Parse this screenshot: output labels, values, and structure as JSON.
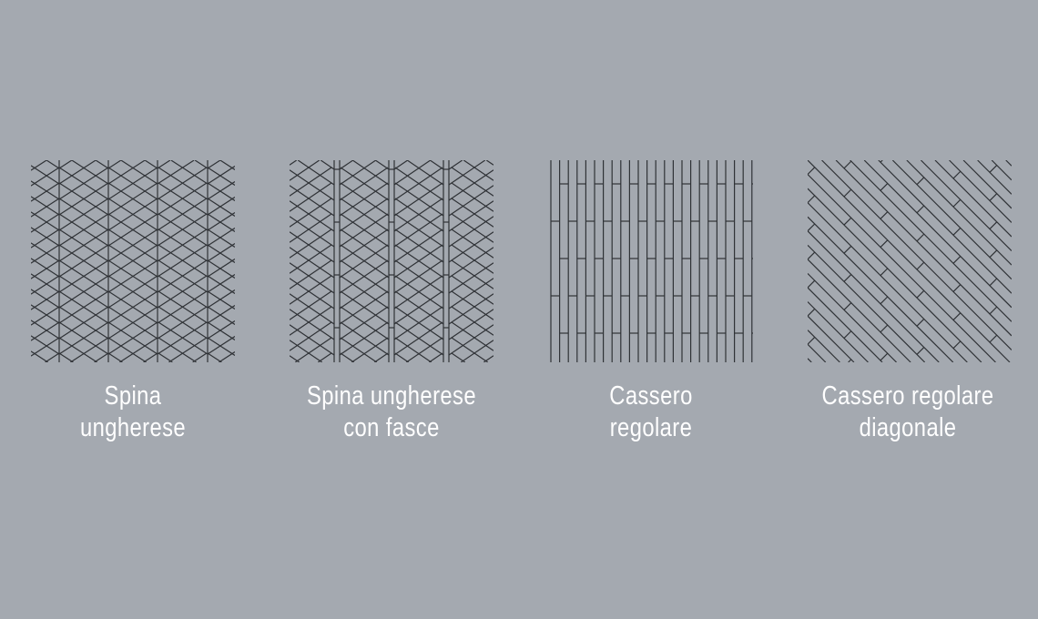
{
  "colors": {
    "background": "#a4a9b0",
    "line": "#2f3236",
    "text": "#ffffff"
  },
  "patterns": [
    {
      "id": "spina-ungherese",
      "lines": [
        "Spina",
        "ungherese"
      ]
    },
    {
      "id": "spina-ungherese-con-fasce",
      "lines": [
        "Spina ungherese",
        "con fasce"
      ]
    },
    {
      "id": "cassero-regolare",
      "lines": [
        "Cassero",
        "regolare"
      ]
    },
    {
      "id": "cassero-regolare-diagonale",
      "lines": [
        "Cassero regolare",
        "diagonale"
      ]
    }
  ]
}
